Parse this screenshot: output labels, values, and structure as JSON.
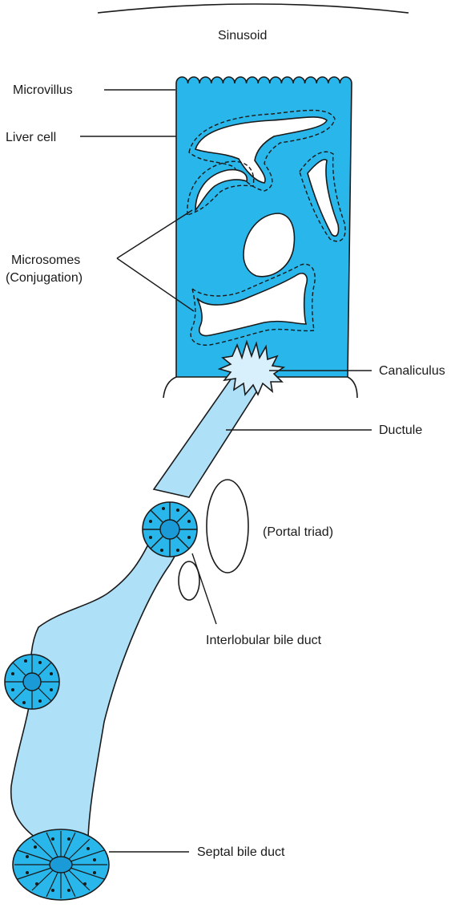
{
  "labels": {
    "sinusoid": "Sinusoid",
    "microvillus": "Microvillus",
    "liver_cell": "Liver cell",
    "microsomes_line1": "Microsomes",
    "microsomes_line2": "(Conjugation)",
    "canaliculus": "Canaliculus",
    "ductule": "Ductule",
    "portal_triad": "(Portal triad)",
    "interlobular_bile_duct": "Interlobular bile duct",
    "septal_bile_duct": "Septal bile duct"
  },
  "colors": {
    "cell_fill": "#29b6ea",
    "duct_fill": "#aee0f7",
    "canaliculus_fill": "#d8f0fb",
    "nucleus_fill": "#1a9ad6",
    "outline": "#1a1a1a"
  }
}
